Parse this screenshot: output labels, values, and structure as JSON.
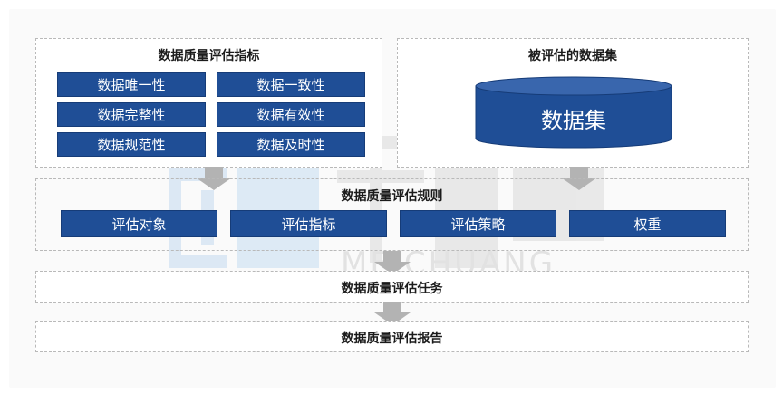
{
  "indicators": {
    "title": "数据质量评估指标",
    "items": [
      "数据唯一性",
      "数据一致性",
      "数据完整性",
      "数据有效性",
      "数据规范性",
      "数据及时性"
    ]
  },
  "dataset": {
    "title": "被评估的数据集",
    "cylinder_label": "数据集"
  },
  "rules": {
    "title": "数据质量评估规则",
    "items": [
      "评估对象",
      "评估指标",
      "评估策略",
      "权重"
    ]
  },
  "task": {
    "title": "数据质量评估任务"
  },
  "report": {
    "title": "数据质量评估报告"
  },
  "watermark": {
    "text": "MEICHUANG"
  },
  "colors": {
    "box_blue": "#1f4e96",
    "arrow_gray": "#b3b3b3",
    "dashed_border": "#b9b9b9"
  }
}
